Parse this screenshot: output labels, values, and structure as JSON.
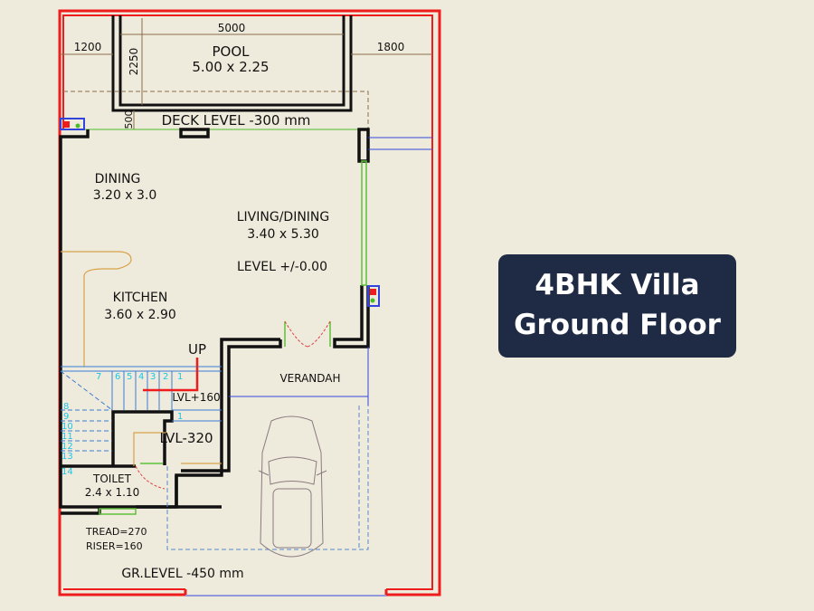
{
  "title": {
    "line1": "4BHK Villa",
    "line2": "Ground Floor"
  },
  "colors": {
    "background": "#efebdc",
    "title_bg": "#1f2a44",
    "boundary": "#ee1c1c",
    "wall": "#111111",
    "dimension": "#8b6b4a",
    "stairs": "#3a7bd5",
    "step_numbers": "#19c6e6"
  },
  "dimensions": {
    "pool_width": "5000",
    "left_setback": "1200",
    "right_setback": "1800",
    "pool_depth": "2250",
    "deck_gap": "500"
  },
  "rooms": {
    "pool": {
      "name": "POOL",
      "size": "5.00 x 2.25"
    },
    "deck": "DECK LEVEL -300 mm",
    "dining": {
      "name": "DINING",
      "size": "3.20 x 3.0"
    },
    "living": {
      "name": "LIVING/DINING",
      "size": "3.40 x 5.30",
      "level": "LEVEL +/-0.00"
    },
    "kitchen": {
      "name": "KITCHEN",
      "size": "3.60 x 2.90"
    },
    "verandah": "VERANDAH",
    "landing": "LVL-320",
    "toilet": {
      "name": "TOILET",
      "size": "2.4 x 1.10"
    }
  },
  "stairs": {
    "up_label": "UP",
    "level_label": "LVL+160",
    "steps": [
      "1",
      "2",
      "3",
      "4",
      "5",
      "6",
      "7",
      "8",
      "9",
      "10",
      "11",
      "12",
      "13",
      "14"
    ],
    "landing_step": "1",
    "tread": "TREAD=270",
    "riser": "RISER=160"
  },
  "ground_level": "GR.LEVEL -450 mm"
}
